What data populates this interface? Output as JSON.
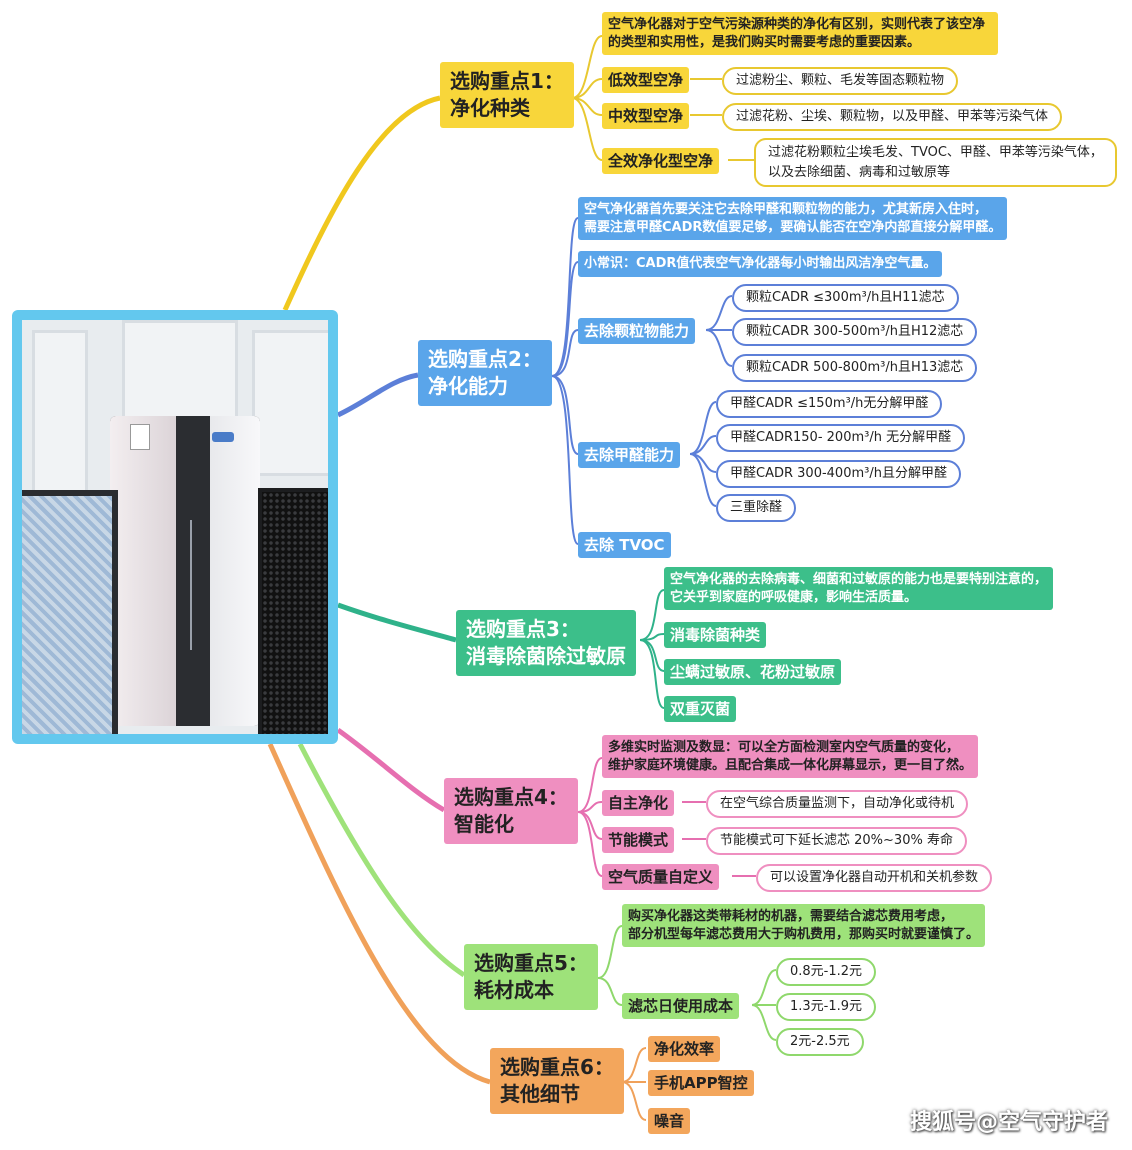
{
  "topics": [
    {
      "id": "t1",
      "title_line1": "选购重点1：",
      "title_line2": "净化种类",
      "intro": "空气净化器对于空气污染源种类的净化有区别，实则代表了该空净的类型和实用性，是我们购买时需要考虑的重要因素。",
      "items": [
        {
          "label": "低效型空净",
          "detail": "过滤粉尘、颗粒、毛发等固态颗粒物"
        },
        {
          "label": "中效型空净",
          "detail": "过滤花粉、尘埃、颗粒物，以及甲醛、甲苯等污染气体"
        },
        {
          "label": "全效净化型空净",
          "detail_line1": "过滤花粉颗粒尘埃毛发、TVOC、甲醛、甲苯等污染气体，",
          "detail_line2": "以及去除细菌、病毒和过敏原等"
        }
      ]
    },
    {
      "id": "t2",
      "title_line1": "选购重点2：",
      "title_line2": "净化能力",
      "intro_line1": "空气净化器首先要关注它去除甲醛和颗粒物的能力，尤其新房入住时，",
      "intro_line2": "需要注意甲醛CADR数值要足够，要确认能否在空净内部直接分解甲醛。",
      "tip": "小常识：CADR值代表空气净化器每小时输出风洁净空气量。",
      "particle": {
        "label": "去除颗粒物能力",
        "leaves": [
          "颗粒CADR ≤300m³/h且H11滤芯",
          "颗粒CADR 300-500m³/h且H12滤芯",
          "颗粒CADR 500-800m³/h且H13滤芯"
        ]
      },
      "formaldehyde": {
        "label": "去除甲醛能力",
        "leaves": [
          "甲醛CADR ≤150m³/h无分解甲醛",
          "甲醛CADR150- 200m³/h 无分解甲醛",
          "甲醛CADR 300-400m³/h且分解甲醛",
          "三重除醛"
        ]
      },
      "tvoc": "去除 TVOC"
    },
    {
      "id": "t3",
      "title_line1": "选购重点3：",
      "title_line2": "消毒除菌除过敏原",
      "intro_line1": "空气净化器的去除病毒、细菌和过敏原的能力也是要特别注意的，",
      "intro_line2": "它关乎到家庭的呼吸健康，影响生活质量。",
      "items": [
        "消毒除菌种类",
        "尘螨过敏原、花粉过敏原",
        "双重灭菌"
      ]
    },
    {
      "id": "t4",
      "title_line1": "选购重点4：",
      "title_line2": "智能化",
      "intro_line1": "多维实时监测及数显：可以全方面检测室内空气质量的变化，",
      "intro_line2": "维护家庭环境健康。且配合集成一体化屏幕显示，更一目了然。",
      "items": [
        {
          "label": "自主净化",
          "detail": "在空气综合质量监测下，自动净化或待机"
        },
        {
          "label": "节能模式",
          "detail": "节能模式可下延长滤芯 20%~30% 寿命"
        },
        {
          "label": "空气质量自定义",
          "detail": "可以设置净化器自动开机和关机参数"
        }
      ]
    },
    {
      "id": "t5",
      "title_line1": "选购重点5：",
      "title_line2": "耗材成本",
      "intro_line1": "购买净化器这类带耗材的机器，需要结合滤芯费用考虑，",
      "intro_line2": "部分机型每年滤芯费用大于购机费用，那购买时就要谨慎了。",
      "cost_label": "滤芯日使用成本",
      "costs": [
        "0.8元-1.2元",
        "1.3元-1.9元",
        "2元-2.5元"
      ]
    },
    {
      "id": "t6",
      "title_line1": "选购重点6：",
      "title_line2": "其他细节",
      "items": [
        "净化效率",
        "手机APP智控",
        "噪音"
      ]
    }
  ],
  "watermark": "搜狐号@空气守护者",
  "colors": {
    "yellow": "#f8d63a",
    "blue": "#5aa5ea",
    "teal": "#3cbf8a",
    "pink": "#ef8fc0",
    "light_green": "#9ee27a",
    "orange": "#f3a65c",
    "photo_frame": "#63c8ee"
  }
}
